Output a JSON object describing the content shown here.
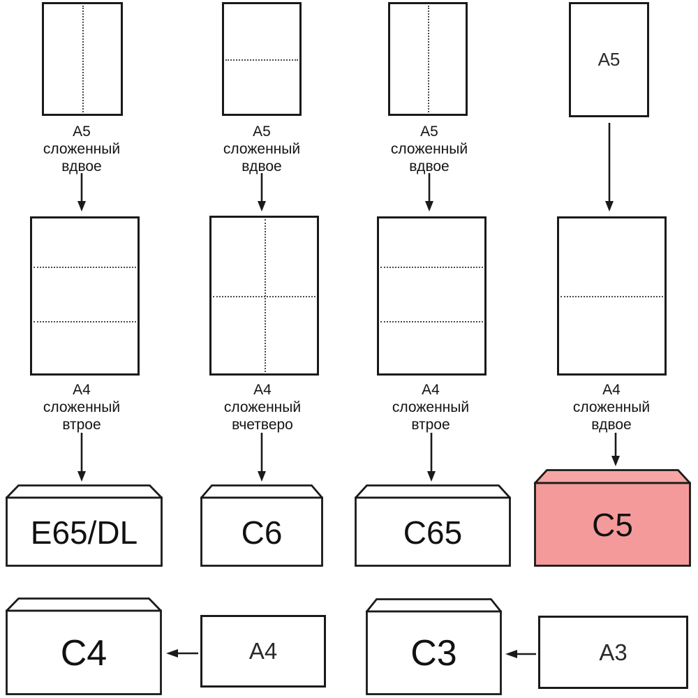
{
  "colors": {
    "line": "#1a1a1a",
    "highlight_front": "#f59a9b",
    "highlight_flap": "#f5a5a3"
  },
  "columns": [
    {
      "a5_caption": [
        "A5",
        "сложенный",
        "вдвое"
      ],
      "a4_caption": [
        "A4",
        "сложенный",
        "втрое"
      ],
      "envelope_label": "E65/DL",
      "highlighted": false
    },
    {
      "a5_caption": [
        "A5",
        "сложенный",
        "вдвое"
      ],
      "a4_caption": [
        "A4",
        "сложенный",
        "вчетверо"
      ],
      "envelope_label": "C6",
      "highlighted": false
    },
    {
      "a5_caption": [
        "A5",
        "сложенный",
        "вдвое"
      ],
      "a4_caption": [
        "A4",
        "сложенный",
        "втрое"
      ],
      "envelope_label": "C65",
      "highlighted": false
    },
    {
      "a5_sheet_label": "A5",
      "a4_caption": [
        "A4",
        "сложенный",
        "вдвое"
      ],
      "envelope_label": "C5",
      "highlighted": true
    }
  ],
  "bottom_row": {
    "left": {
      "envelope_label": "C4",
      "sheet_label": "A4"
    },
    "right": {
      "envelope_label": "C3",
      "sheet_label": "A3"
    }
  }
}
